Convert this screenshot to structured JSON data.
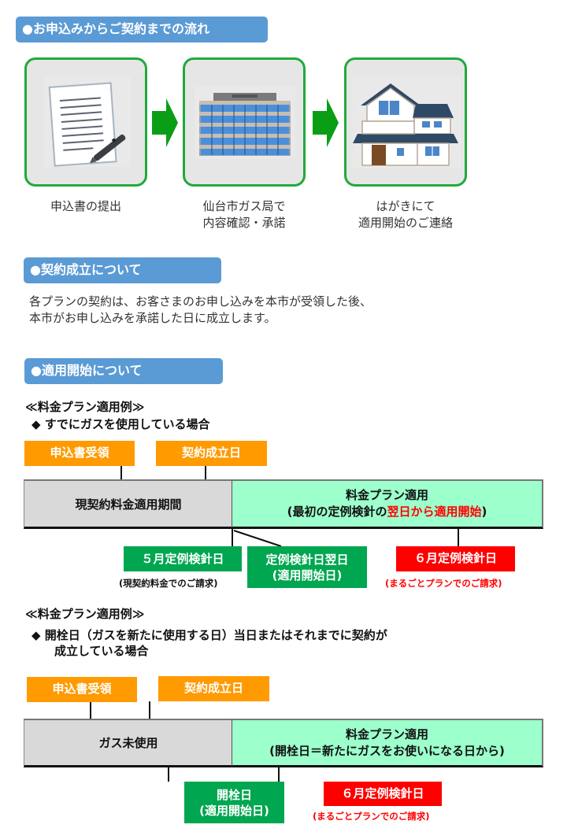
{
  "section1": {
    "heading": "●お申込みからご契約までの流れ",
    "steps": [
      {
        "icon": "document-pen-icon",
        "label_line1": "申込書の提出",
        "label_line2": ""
      },
      {
        "icon": "office-building-icon",
        "label_line1": "仙台市ガス局で",
        "label_line2": "内容確認・承諾"
      },
      {
        "icon": "house-icon",
        "label_line1": "はがきにて",
        "label_line2": "適用開始のご連絡"
      }
    ],
    "arrow_icon": "arrow-right-icon"
  },
  "section2": {
    "heading": "●契約成立について",
    "body_line1": "各プランの契約は、お客さまのお申し込みを本市が受領した後、",
    "body_line2": "本市がお申し込みを承諾した日に成立します。"
  },
  "section3": {
    "heading": "●適用開始について",
    "example1": {
      "title": "≪料金プラン適用例≫",
      "case": "◆ すでにガスを使用している場合",
      "markers_top": [
        "申込書受領",
        "契約成立日"
      ],
      "bar_left": "現契約料金適用期間",
      "bar_right_line1": "料金プラン適用",
      "bar_right_line2_pre": "(最初の定例検針の",
      "bar_right_line2_red": "翌日から適用開始",
      "bar_right_line2_post": ")",
      "marker_may": "５月定例検針日",
      "marker_may_note": "(現契約料金でのご請求)",
      "marker_next_line1": "定例検針日翌日",
      "marker_next_line2": "(適用開始日)",
      "marker_june": "６月定例検針日",
      "marker_june_note": "(まるごとプランでのご請求)"
    },
    "example2": {
      "title": "≪料金プラン適用例≫",
      "case_line1": "◆ 開栓日（ガスを新たに使用する日）当日またはそれまでに契約が",
      "case_line2": "成立している場合",
      "markers_top": [
        "申込書受領",
        "契約成立日"
      ],
      "bar_left": "ガス未使用",
      "bar_right_line1": "料金プラン適用",
      "bar_right_line2": "(開栓日＝新たにガスをお使いになる日から)",
      "marker_open_line1": "開栓日",
      "marker_open_line2": "(適用開始日)",
      "marker_june": "６月定例検針日",
      "marker_june_note": "(まるごとプランでのご請求)"
    }
  },
  "colors": {
    "heading_bg": "#5b9bd5",
    "step_border": "#1faa3c",
    "arrow": "#0a9e16",
    "orange": "#ff9a00",
    "green": "#00a650",
    "red": "#ff0000",
    "mint": "#9cffcc",
    "grey": "#d9d9d9"
  }
}
